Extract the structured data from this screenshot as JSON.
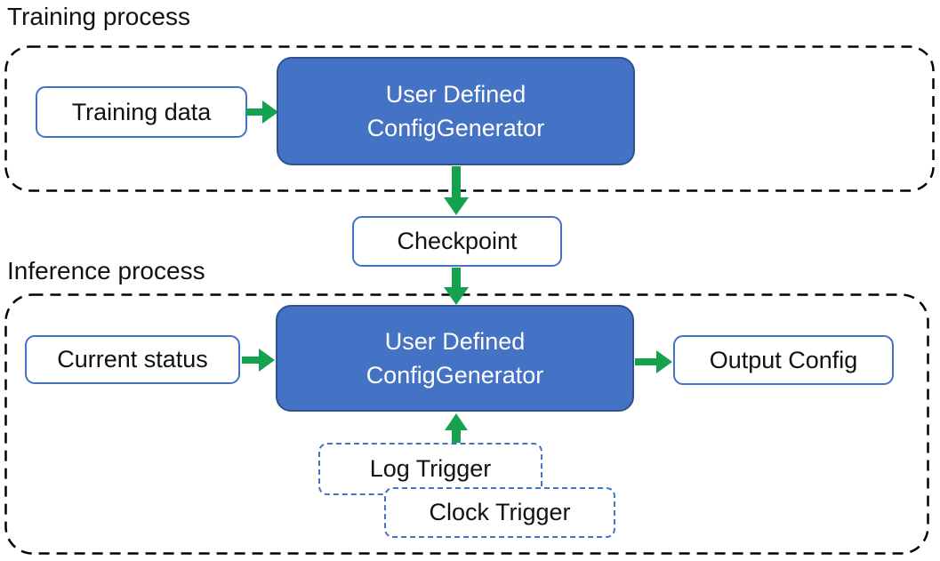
{
  "colors": {
    "box_fill": "#4472C4",
    "box_border": "#2F528F",
    "light_border": "#4472C4",
    "arrow_green": "#14A24F",
    "dash_color": "#000000"
  },
  "training": {
    "label": "Training process",
    "input_box": "Training data",
    "generator_line1": "User Defined",
    "generator_line2": "ConfigGenerator"
  },
  "checkpoint": {
    "label": "Checkpoint"
  },
  "inference": {
    "label": "Inference process",
    "input_box": "Current status",
    "generator_line1": "User Defined",
    "generator_line2": "ConfigGenerator",
    "output_box": "Output Config",
    "log_trigger": "Log Trigger",
    "clock_trigger": "Clock Trigger"
  },
  "icons": {
    "right_arrow": "arrow-right",
    "down_arrow": "arrow-down",
    "up_arrow": "arrow-up"
  }
}
